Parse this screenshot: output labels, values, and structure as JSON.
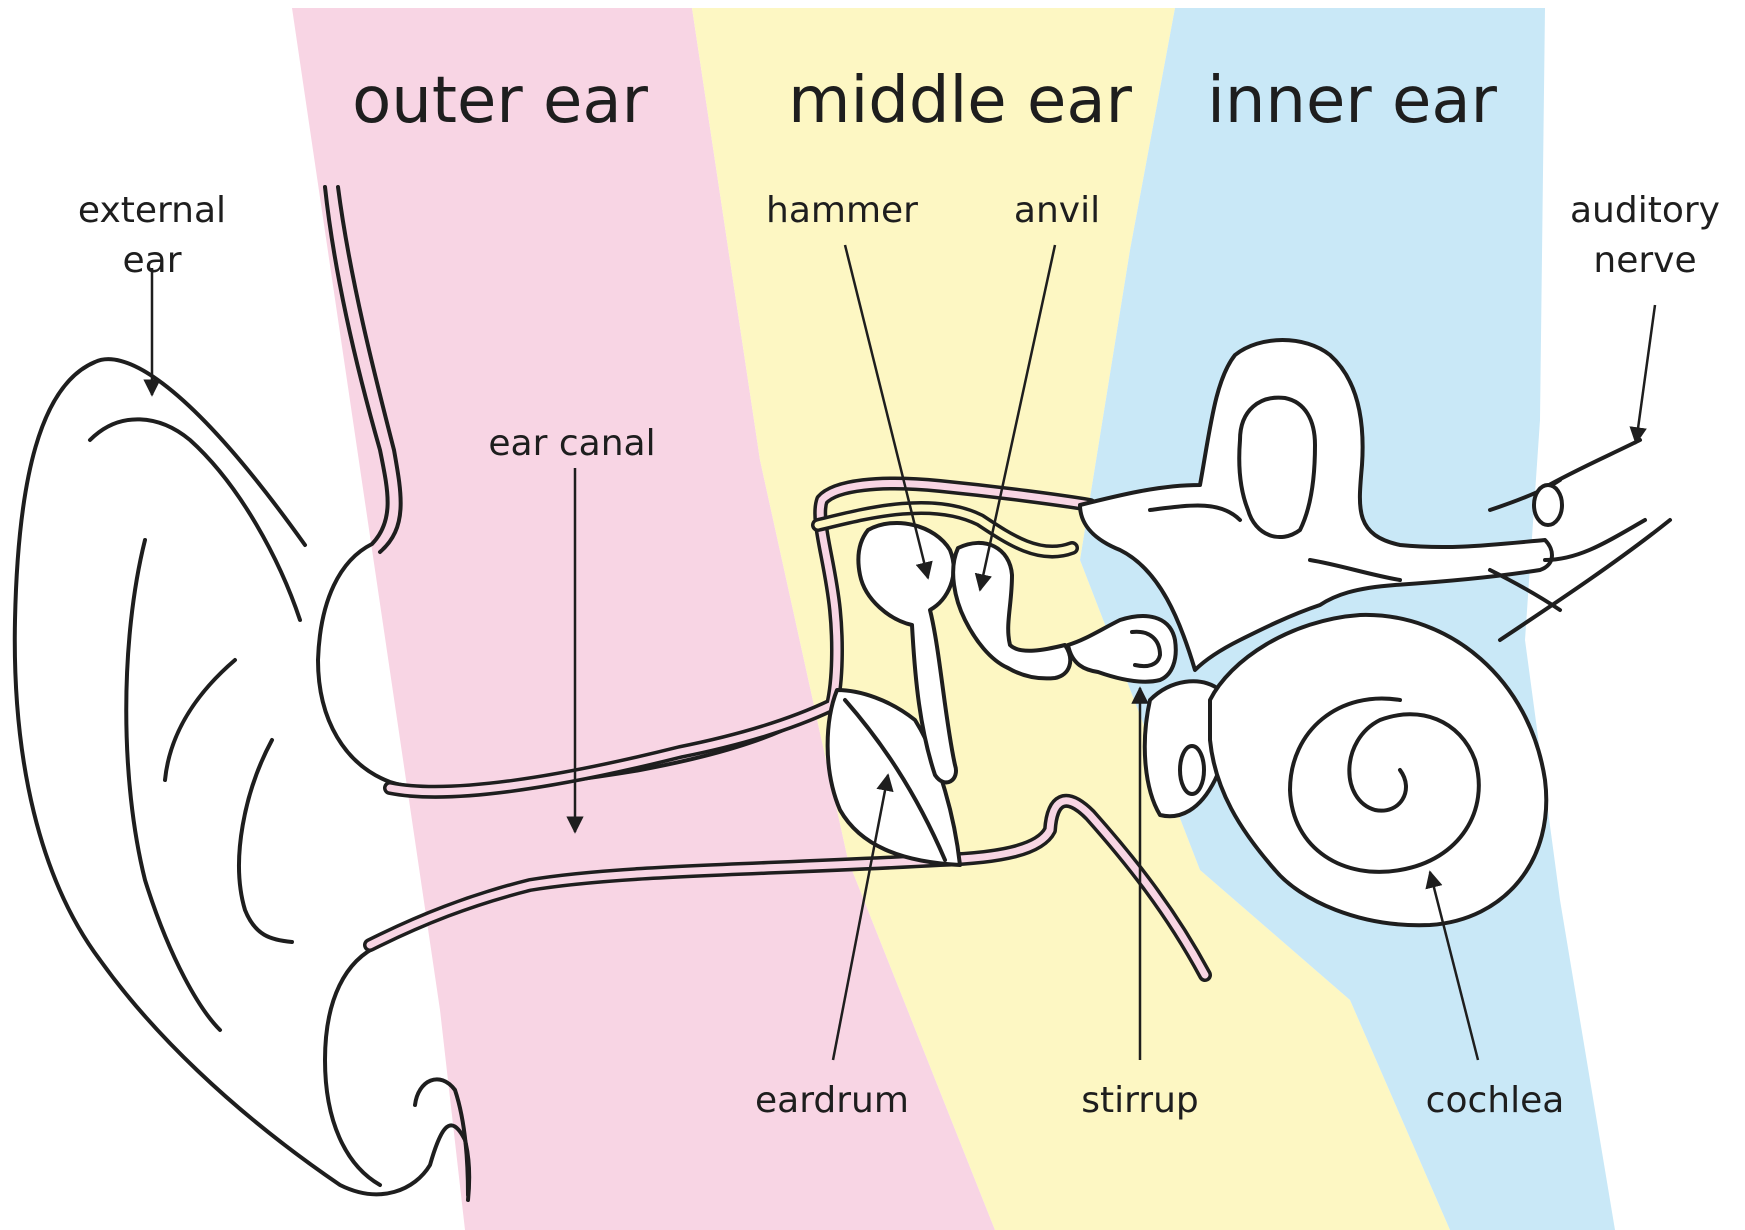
{
  "colors": {
    "outer_ear": "#f8d5e4",
    "middle_ear": "#fdf7c3",
    "inner_ear": "#c9e8f7",
    "line": "#1e1e1e"
  },
  "regions": {
    "outer": "outer ear",
    "middle": "middle ear",
    "inner": "inner ear"
  },
  "labels": {
    "external_ear_1": "external",
    "external_ear_2": "ear",
    "ear_canal": "ear canal",
    "hammer": "hammer",
    "anvil": "anvil",
    "auditory_nerve_1": "auditory",
    "auditory_nerve_2": "nerve",
    "eardrum": "eardrum",
    "stirrup": "stirrup",
    "cochlea": "cochlea"
  }
}
